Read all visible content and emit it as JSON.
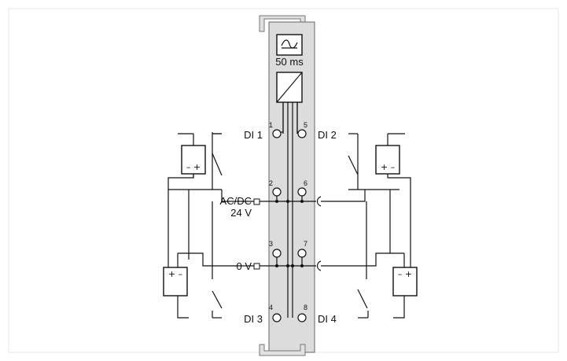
{
  "module": {
    "filter_time": "50 ms",
    "supply_label_line1": "AC/DC",
    "supply_label_line2": "24 V",
    "ground_label": "0 V"
  },
  "terminals": [
    {
      "number": "1",
      "label": "DI 1"
    },
    {
      "number": "2",
      "label": ""
    },
    {
      "number": "3",
      "label": ""
    },
    {
      "number": "4",
      "label": "DI 3"
    },
    {
      "number": "5",
      "label": "DI 2"
    },
    {
      "number": "6",
      "label": ""
    },
    {
      "number": "7",
      "label": ""
    },
    {
      "number": "8",
      "label": "DI 4"
    }
  ],
  "sources": {
    "top_left_polarity": "– +",
    "bottom_left_polarity": "+ –",
    "top_right_polarity": "+ –",
    "bottom_right_polarity": "– +"
  },
  "colors": {
    "module_fill": "#dcdcdc",
    "module_stroke": "#555555",
    "wire": "#111111",
    "frame": "#e6e6e6"
  },
  "icons": [
    "ac-dc-filter-icon",
    "optocoupler-icon",
    "terminal-contact-icon"
  ]
}
